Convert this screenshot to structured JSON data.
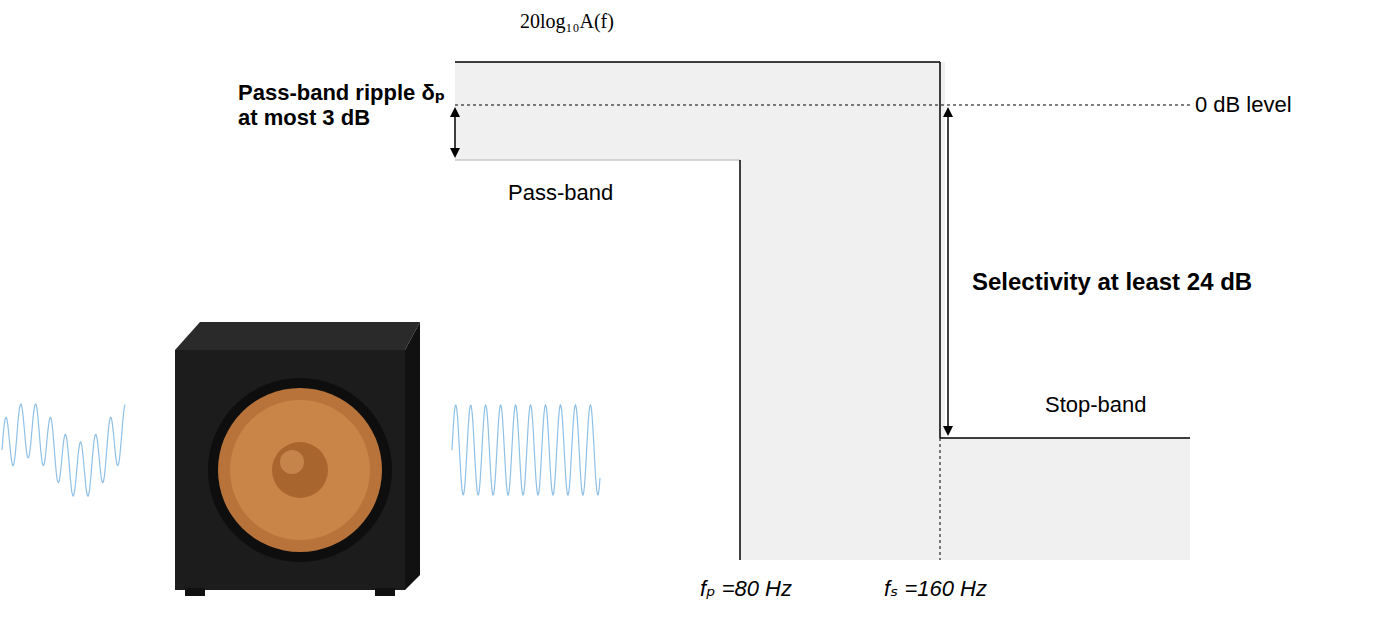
{
  "diagram": {
    "labels": [
      "20log₁₀A(f)",
      "Pass-band ripple δₚ at most 3 dB",
      "0 dB level",
      "Pass-band",
      "Selectivity at least 24 dB",
      "Stop-band",
      "fₚ =80 Hz",
      "fₛ =160 Hz"
    ]
  }
}
